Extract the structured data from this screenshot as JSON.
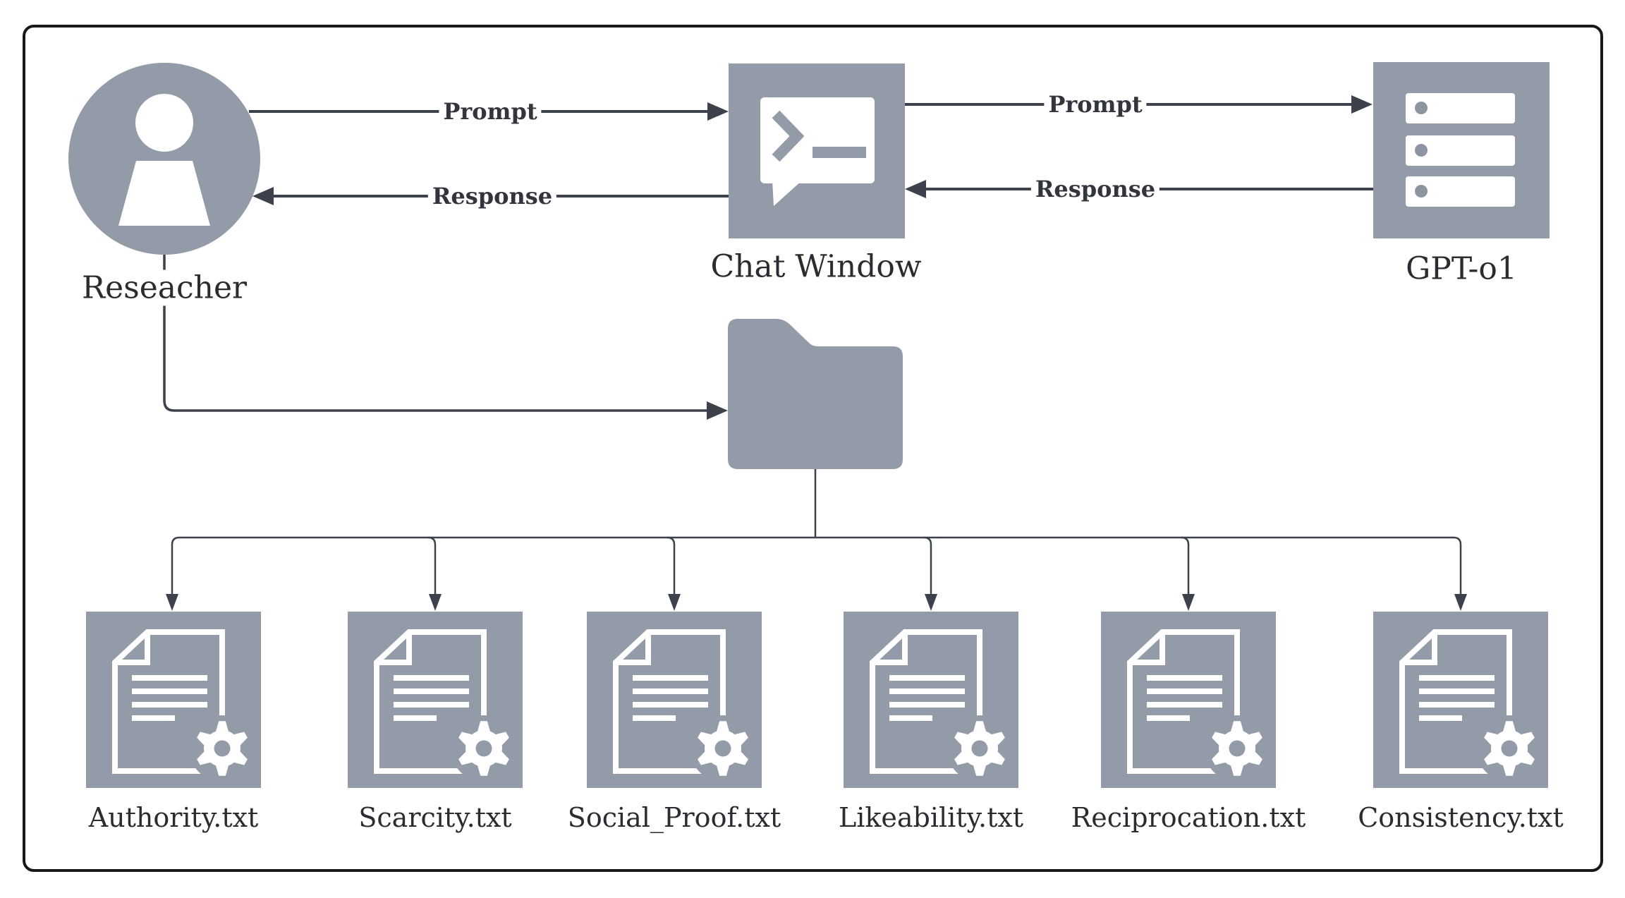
{
  "diagram": {
    "title": "Researcher / Chat Window / GPT-o1 prompt flow with persuasion prompt files",
    "nodes": {
      "researcher": {
        "label": "Reseacher",
        "icon": "person-icon"
      },
      "chat_window": {
        "label": "Chat Window",
        "icon": "terminal-chat-icon"
      },
      "gpt": {
        "label": "GPT-o1",
        "icon": "server-icon"
      },
      "folder": {
        "icon": "folder-icon"
      }
    },
    "edges": {
      "researcher_to_chat": "Prompt",
      "chat_to_researcher": "Response",
      "chat_to_gpt": "Prompt",
      "gpt_to_chat": "Response"
    },
    "files": [
      {
        "label": "Authority.txt",
        "icon": "document-gear-icon"
      },
      {
        "label": "Scarcity.txt",
        "icon": "document-gear-icon"
      },
      {
        "label": "Social_Proof.txt",
        "icon": "document-gear-icon"
      },
      {
        "label": "Likeability.txt",
        "icon": "document-gear-icon"
      },
      {
        "label": "Reciprocation.txt",
        "icon": "document-gear-icon"
      },
      {
        "label": "Consistency.txt",
        "icon": "document-gear-icon"
      }
    ],
    "colors": {
      "node_gray": "#949BA8",
      "line": "#3d414b",
      "text": "#2a2c31",
      "border": "#17181a",
      "background": "#ffffff"
    }
  }
}
